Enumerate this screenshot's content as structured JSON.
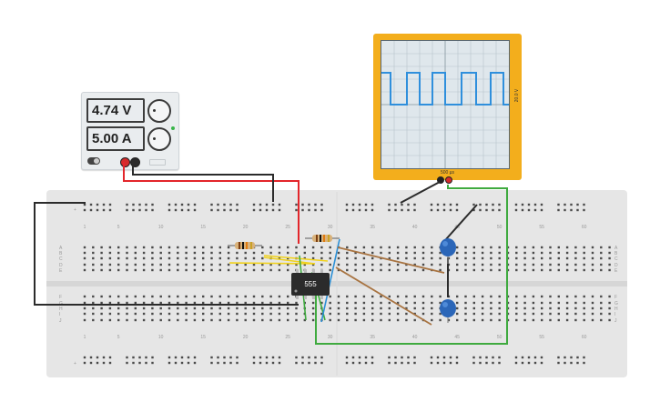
{
  "power_supply": {
    "voltage_display": "4.74 V",
    "current_display": "5.00 A"
  },
  "oscilloscope": {
    "voltage_division": "20.0 V",
    "time_division": "500 µs"
  },
  "breadboard": {
    "column_numbers": [
      "1",
      "5",
      "10",
      "15",
      "20",
      "25",
      "30",
      "35",
      "40",
      "45",
      "50",
      "55",
      "60"
    ],
    "row_letters_top": [
      "A",
      "B",
      "C",
      "D",
      "E"
    ],
    "row_letters_bottom": [
      "F",
      "G",
      "H",
      "I",
      "J"
    ],
    "rail_plus": "+",
    "rail_minus": "-"
  },
  "ic": {
    "label": "555"
  },
  "colors": {
    "wire_red": "#e3262b",
    "wire_black": "#2b2b2b",
    "wire_green": "#3faa3f",
    "wire_blue": "#2a8fd6",
    "wire_yellow": "#f1d21b",
    "wire_brown": "#a87442",
    "scope_body": "#f3ae1c",
    "trace": "#2f8fdc"
  }
}
